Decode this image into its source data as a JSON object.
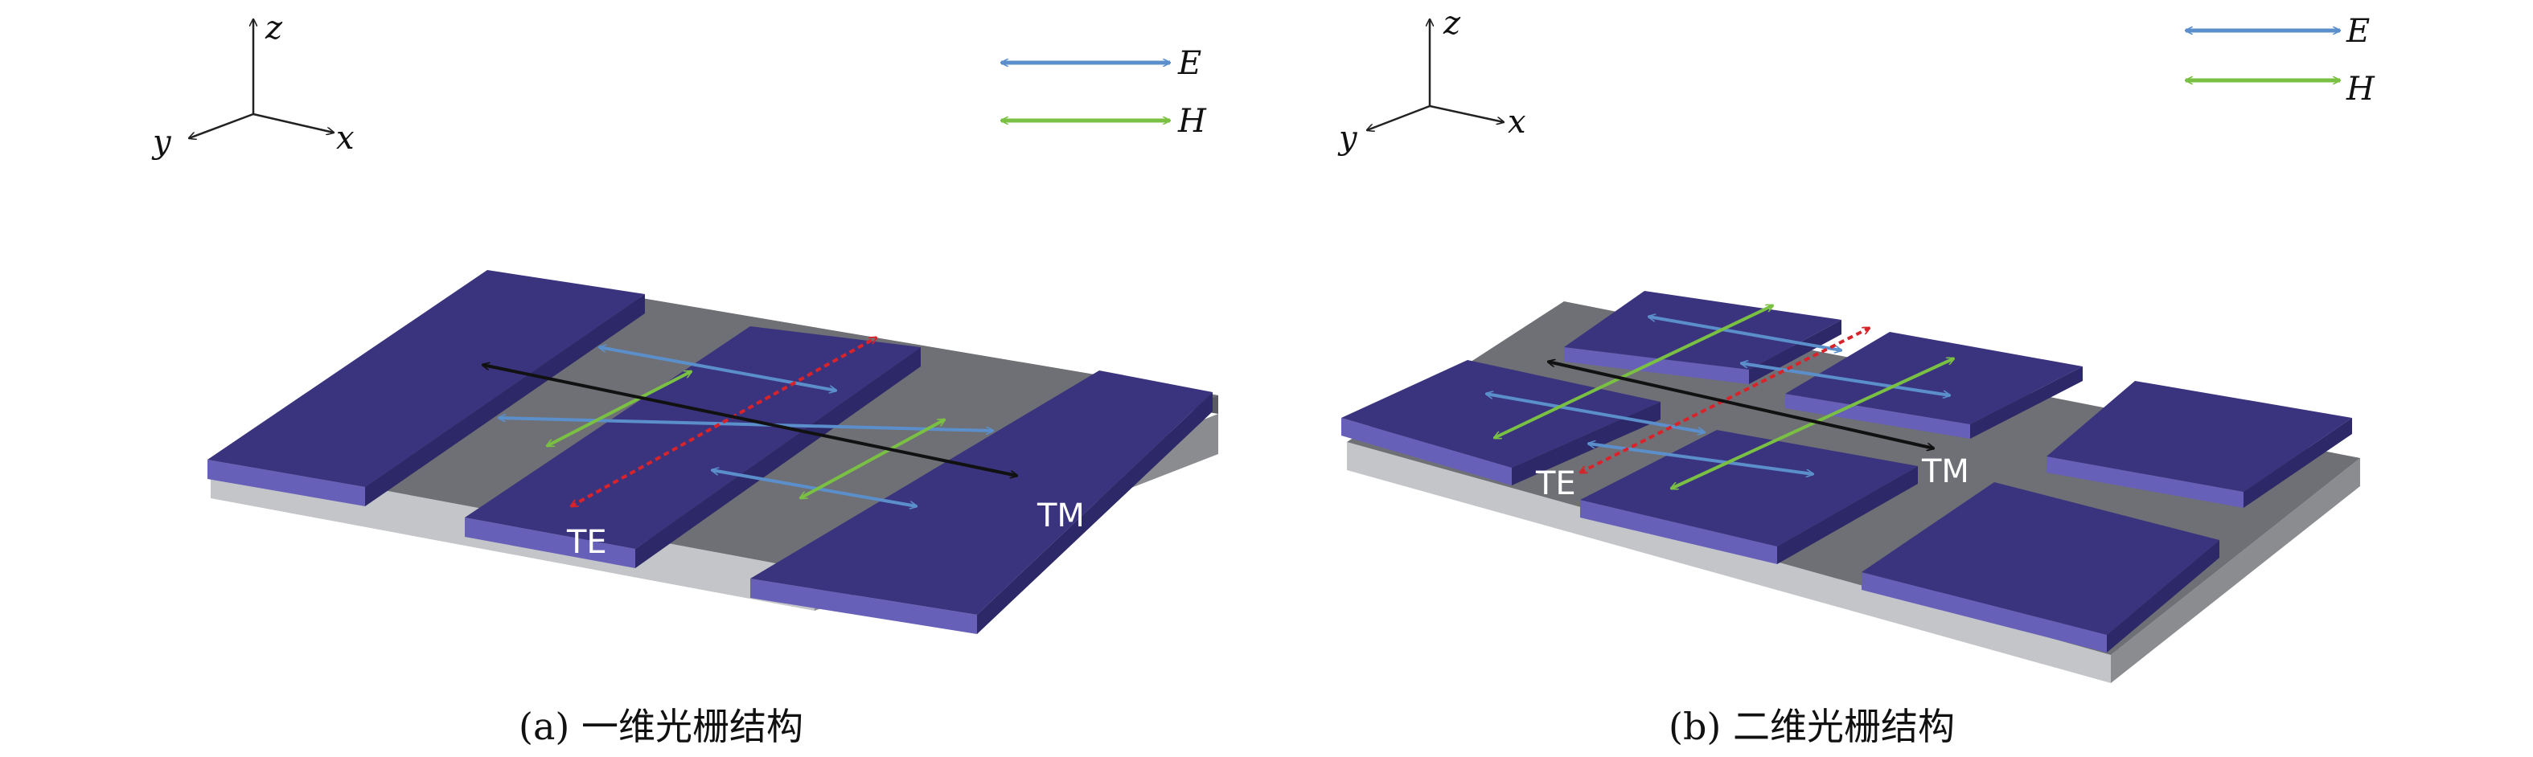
{
  "colors": {
    "e_field": "#5b8fcb",
    "h_field": "#7ac043",
    "te_polarization": "#d9232a",
    "tm_polarization": "#111111",
    "grating_top": "#3a347e",
    "grating_side_light": "#6660b8",
    "substrate_top": "#6f7075",
    "substrate_side": "#c4c5c8"
  },
  "panel_a": {
    "axes": {
      "z": "z",
      "y": "y",
      "x": "x"
    },
    "legend": {
      "e_label": "E",
      "h_label": "H"
    },
    "te_label": "TE",
    "tm_label": "TM",
    "caption": "(a) 一维光栅结构"
  },
  "panel_b": {
    "axes": {
      "z": "z",
      "y": "y",
      "x": "x"
    },
    "legend": {
      "e_label": "E",
      "h_label": "H"
    },
    "te_label": "TE",
    "tm_label": "TM",
    "caption": "(b) 二维光栅结构"
  }
}
